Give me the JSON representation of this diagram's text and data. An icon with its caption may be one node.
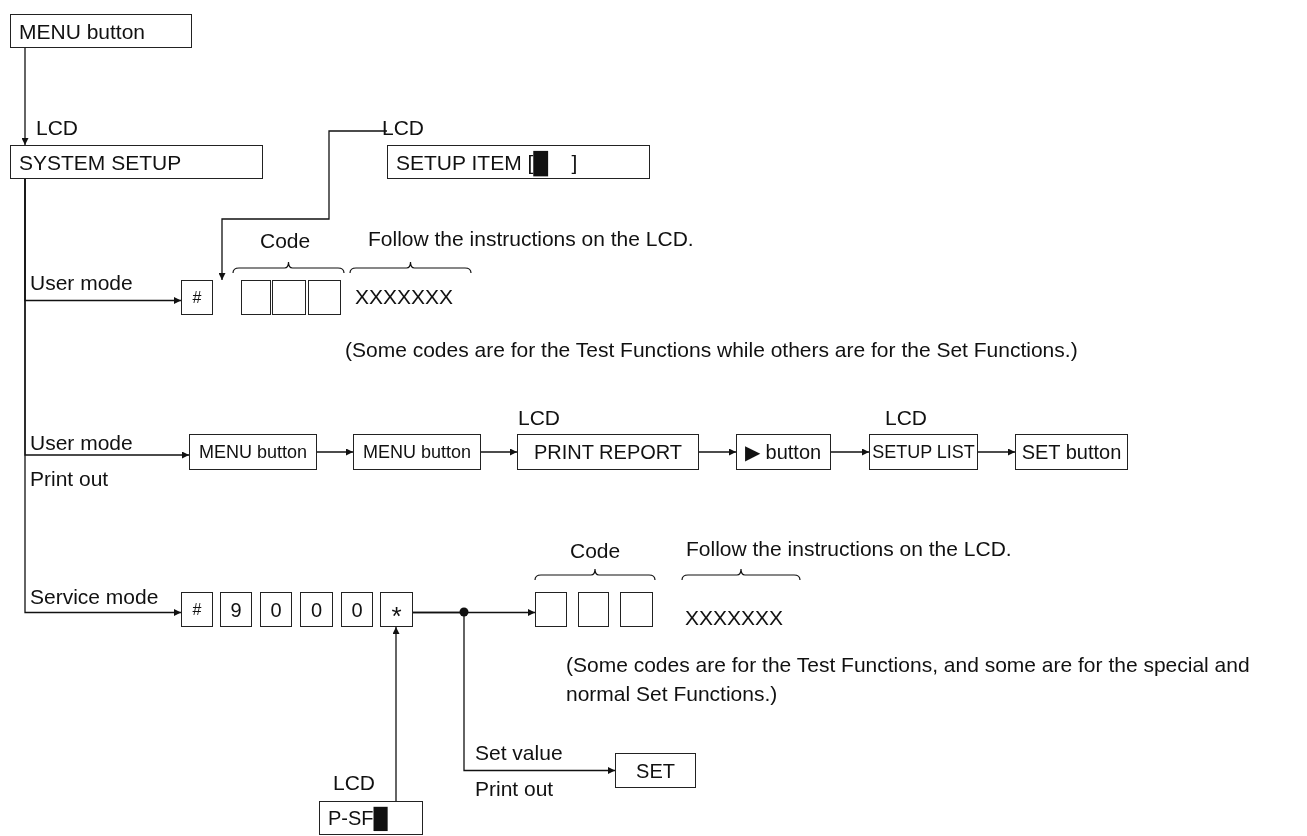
{
  "diagram": {
    "nodes": [
      {
        "text": [
          "MENU button"
        ]
      },
      {
        "text": [
          "SYSTEM SETUP"
        ],
        "beside": [
          "LCD"
        ]
      },
      {
        "text": [
          "SETUP ITEM [█    ]"
        ],
        "beside": [
          "LCD"
        ]
      },
      {
        "text": [
          "#"
        ]
      },
      {
        "text": [],
        "shape": "box"
      },
      {
        "text": [],
        "shape": "box"
      },
      {
        "text": [],
        "shape": "box"
      },
      {
        "text": [
          "MENU button"
        ]
      },
      {
        "text": [
          "MENU button"
        ]
      },
      {
        "text": [
          "PRINT REPORT"
        ],
        "beside": [
          "LCD"
        ]
      },
      {
        "text": [
          "▶ button"
        ]
      },
      {
        "text": [
          "SETUP LIST"
        ],
        "beside": [
          "LCD"
        ]
      },
      {
        "text": [
          "SET button"
        ]
      },
      {
        "text": [
          "#"
        ]
      },
      {
        "text": [
          "9"
        ]
      },
      {
        "text": [
          "0"
        ]
      },
      {
        "text": [
          "0"
        ]
      },
      {
        "text": [
          "0"
        ]
      },
      {
        "text": [
          "*"
        ]
      },
      {
        "text": [],
        "shape": "box"
      },
      {
        "text": [],
        "shape": "box"
      },
      {
        "text": [],
        "shape": "box"
      },
      {
        "text": [
          "SET"
        ]
      },
      {
        "text": [
          "P-SF█"
        ],
        "beside": [
          "LCD"
        ]
      }
    ],
    "edges": [
      {
        "from": 0,
        "to": 1,
        "arrow": "to"
      },
      {
        "from": 1,
        "to": 3,
        "arrow": "to",
        "label": "User mode"
      },
      {
        "from": 2,
        "to": 3,
        "arrow": "to"
      },
      {
        "from": 1,
        "to": 7,
        "arrow": "to",
        "label": "User mode"
      },
      {
        "from": 7,
        "to": 8,
        "arrow": "to"
      },
      {
        "from": 8,
        "to": 9,
        "arrow": "to"
      },
      {
        "from": 9,
        "to": 10,
        "arrow": "to"
      },
      {
        "from": 10,
        "to": 11,
        "arrow": "to"
      },
      {
        "from": 11,
        "to": 12,
        "arrow": "to"
      },
      {
        "from": 1,
        "to": 13,
        "arrow": "to",
        "label": "Service mode"
      },
      {
        "from": 18,
        "to": 19,
        "arrow": "to"
      },
      {
        "from": 18,
        "to": 22,
        "arrow": "to",
        "label": "Set value"
      },
      {
        "from": 23,
        "to": 18,
        "arrow": "to"
      }
    ],
    "labels": [
      "Code",
      "Follow the instructions on the LCD.",
      "XXXXXXX",
      "(Some codes are for the Test Functions while others are for the Set Functions.)",
      "Print out",
      "Code",
      "Follow the instructions on the LCD.",
      "XXXXXXX",
      "(Some codes are for the Test Functions, and some are for the special and normal Set Functions.)",
      "Print out"
    ]
  }
}
